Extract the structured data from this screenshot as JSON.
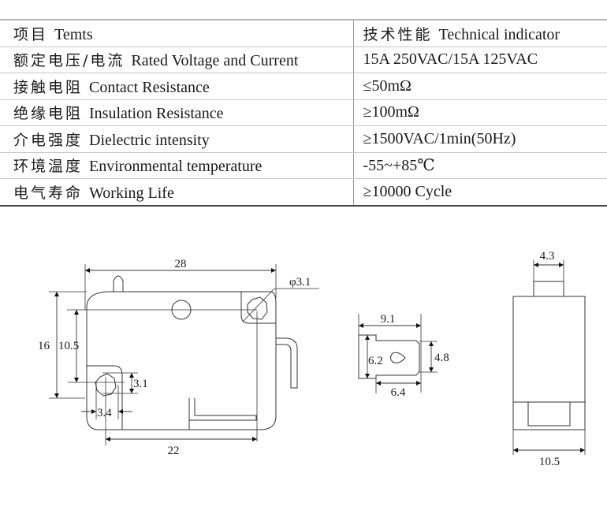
{
  "spec_table": {
    "header": {
      "item_zh": "项目",
      "item_en": "Temts",
      "value_zh": "技术性能",
      "value_en": "Technical indicator"
    },
    "rows": [
      {
        "item_zh": "额定电压/电流",
        "item_en": "Rated  Voltage and Current",
        "value": "15A  250VAC/15A  125VAC"
      },
      {
        "item_zh": "接触电阻",
        "item_en": "Contact Resistance",
        "value": "≤50mΩ"
      },
      {
        "item_zh": "绝缘电阻",
        "item_en": "Insulation  Resistance",
        "value": "≥100mΩ"
      },
      {
        "item_zh": "介电强度",
        "item_en": "Dielectric intensity",
        "value": "≥1500VAC/1min(50Hz)"
      },
      {
        "item_zh": "环境温度",
        "item_en": "Environmental temperature",
        "value": "-55~+85℃"
      },
      {
        "item_zh": "电气寿命",
        "item_en": "Working Life",
        "value": "≥10000 Cycle"
      }
    ]
  },
  "drawings": {
    "front_view": {
      "width_label": "28",
      "hole_diameter_label": "φ3.1",
      "height_label": "16",
      "hole_spacing_vertical_label": "10.5",
      "hole_size_label": "3.1",
      "hole_offset_label": "3.4",
      "hole_spacing_horizontal_label": "22"
    },
    "terminal_view": {
      "width_label": "9.1",
      "height_label": "6.2",
      "tab_height_label": "4.8",
      "tab_width_label": "6.4"
    },
    "side_view": {
      "plunger_width_label": "4.3",
      "body_width_label": "10.5"
    }
  }
}
